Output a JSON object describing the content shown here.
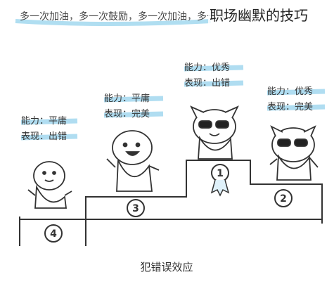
{
  "overlay_title": "职场幽默的技巧",
  "header_text": "多一次加油，多一次鼓励，多一次加油，多一次",
  "caption": "犯错误效应",
  "podium": [
    {
      "rank": "4",
      "ability": "能力：平庸",
      "performance": "表现：出错"
    },
    {
      "rank": "3",
      "ability": "能力：平庸",
      "performance": "表现：完美"
    },
    {
      "rank": "1",
      "ability": "能力：优秀",
      "performance": "表现：出错"
    },
    {
      "rank": "2",
      "ability": "能力：优秀",
      "performance": "表现：完美"
    }
  ],
  "colors": {
    "accent": "#7cc8e8",
    "ink": "#333333"
  }
}
